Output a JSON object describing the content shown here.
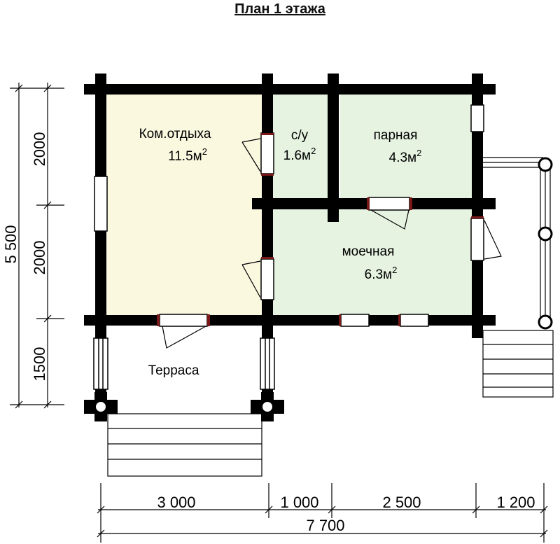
{
  "title": "План 1 этажа",
  "rooms": [
    {
      "name": "Ком.отдыха",
      "area": "11.5м",
      "sup": "2"
    },
    {
      "name": "с/у",
      "area": "1.6м",
      "sup": "2"
    },
    {
      "name": "парная",
      "area": "4.3м",
      "sup": "2"
    },
    {
      "name": "моечная",
      "area": "6.3м",
      "sup": "2"
    },
    {
      "name": "Терраса"
    }
  ],
  "dimensions": {
    "horizontal": [
      "3 000",
      "1 000",
      "2 500",
      "1 200"
    ],
    "horizontal_total": "7 700",
    "vertical": [
      "2000",
      "2000",
      "1500"
    ],
    "vertical_total": "5 500"
  },
  "colors": {
    "wall": "#000000",
    "rest_room_fill": "#fbf8e0",
    "wet_rooms_fill": "#e6f3e1"
  }
}
